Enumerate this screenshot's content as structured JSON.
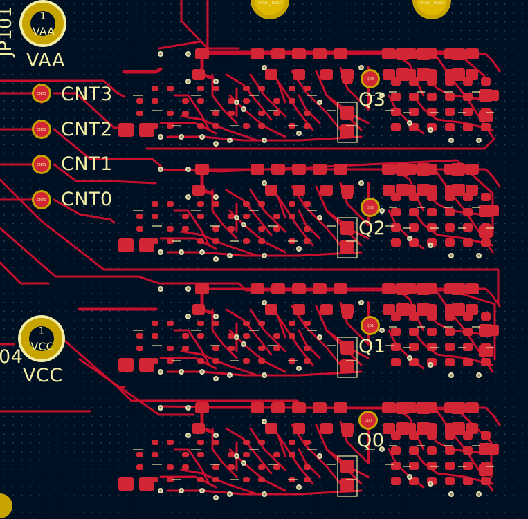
{
  "colors": {
    "background": "#001023",
    "copper": "#c8102e",
    "pad": "#d32635",
    "ring": "#c8a400",
    "silk": "#f2eca4",
    "via": "#e3dcb0"
  },
  "connectors": {
    "vaa": {
      "pin": "1",
      "net": "VAA",
      "label": "VAA"
    },
    "vcc": {
      "pin": "1",
      "net": "VCC",
      "label": "VCC"
    },
    "jp_ref": "JP101",
    "jp_partial": "04"
  },
  "inputs": [
    {
      "pad_text": "CNT3",
      "label": "CNT3"
    },
    {
      "pad_text": "CNT2",
      "label": "CNT2"
    },
    {
      "pad_text": "CNT1",
      "label": "CNT1"
    },
    {
      "pad_text": "CNT0",
      "label": "CNT0"
    }
  ],
  "outputs": [
    {
      "pad_text": "Q03",
      "label": "Q3"
    },
    {
      "pad_text": "Q02",
      "label": "Q2"
    },
    {
      "pad_text": "Q01",
      "label": "Q1"
    },
    {
      "pad_text": "Q00",
      "label": "Q0"
    }
  ],
  "top_pads": [
    "U01n_Tsssll",
    "U01n_Tsssll"
  ]
}
